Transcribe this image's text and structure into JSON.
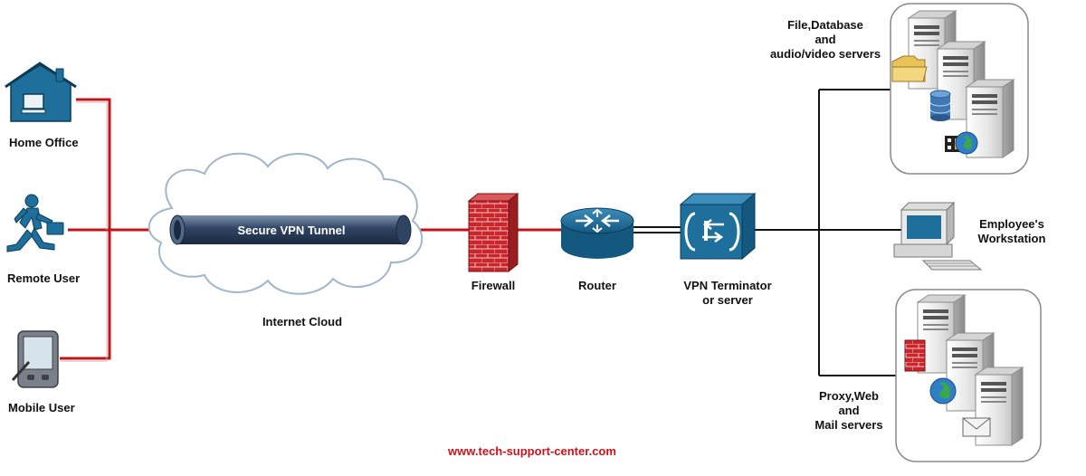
{
  "colors": {
    "vpn_link": "#c0141a",
    "lan_link": "#111111",
    "device_blue": "#1f6f9c",
    "footer": "#d0111b"
  },
  "endpoints": {
    "home_office": {
      "label": "Home Office",
      "icon": "house-icon"
    },
    "remote_user": {
      "label": "Remote User",
      "icon": "running-man-icon"
    },
    "mobile_user": {
      "label": "Mobile User",
      "icon": "pda-icon"
    }
  },
  "internet": {
    "cloud_label": "Internet Cloud",
    "tunnel_label": "Secure VPN Tunnel"
  },
  "network": {
    "firewall_label": "Firewall",
    "router_label": "Router",
    "vpn_terminator_line1": "VPN Terminator",
    "vpn_terminator_line2": "or server"
  },
  "servers": {
    "file_group": {
      "line1": "File,Database",
      "line2": "and",
      "line3": "audio/video servers"
    },
    "workstation": {
      "line1": "Employee's",
      "line2": "Workstation"
    },
    "proxy_group": {
      "line1": "Proxy,Web",
      "line2": "and",
      "line3": "Mail servers"
    }
  },
  "footer": {
    "url": "www.tech-support-center.com"
  }
}
